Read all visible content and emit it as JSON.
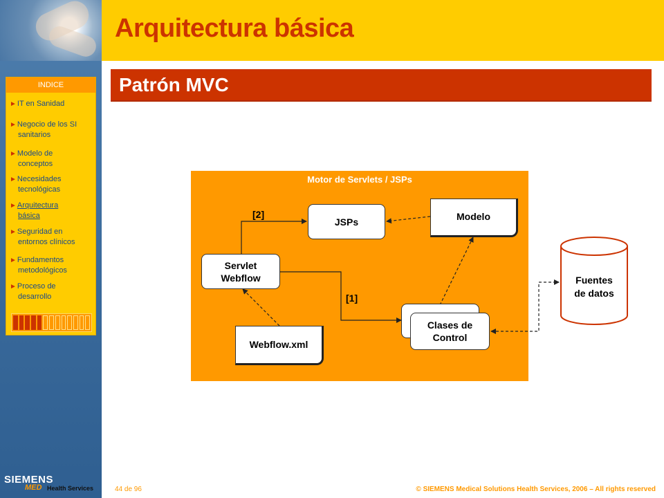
{
  "slide": {
    "title": "Arquitectura básica",
    "subtitle": "Patrón MVC"
  },
  "index": {
    "header": "INDICE",
    "items": [
      {
        "line1": "IT en Sanidad",
        "line2": "",
        "active": false
      },
      {
        "line1": "Negocio de los SI",
        "line2": "sanitarios",
        "active": false
      },
      {
        "line1": "Modelo de",
        "line2": "conceptos",
        "active": false
      },
      {
        "line1": "Necesidades",
        "line2": "tecnológicas",
        "active": false
      },
      {
        "line1": "Arquitectura",
        "line2": "básica",
        "active": true
      },
      {
        "line1": "Seguridad en",
        "line2": "entornos clínicos",
        "active": false
      },
      {
        "line1": "Fundamentos",
        "line2": "metodológicos",
        "active": false
      },
      {
        "line1": "Proceso de",
        "line2": "desarrollo",
        "active": false
      }
    ],
    "progress": {
      "filled": 5,
      "total": 13
    }
  },
  "diagram": {
    "engine_label": "Motor de Servlets / JSPs",
    "jsps": "JSPs",
    "modelo": "Modelo",
    "servlet_line1": "Servlet",
    "servlet_line2": "Webflow",
    "webflow_xml": "Webflow.xml",
    "clases_line1": "Clases de",
    "clases_line2": "Control",
    "step1": "[1]",
    "step2": "[2]",
    "datasource_line1": "Fuentes",
    "datasource_line2": "de datos"
  },
  "footer": {
    "brand": "SIEMENS",
    "brand_sub": "MED",
    "brand_division": "Health Services",
    "page": "44 de 96",
    "copyright": "© SIEMENS Medical Solutions Health Services, 2006 – All rights reserved"
  },
  "colors": {
    "accent_red": "#cc3300",
    "accent_yellow": "#ffcc00",
    "accent_orange": "#ff9900",
    "side_blue": "#3a6a9b"
  }
}
